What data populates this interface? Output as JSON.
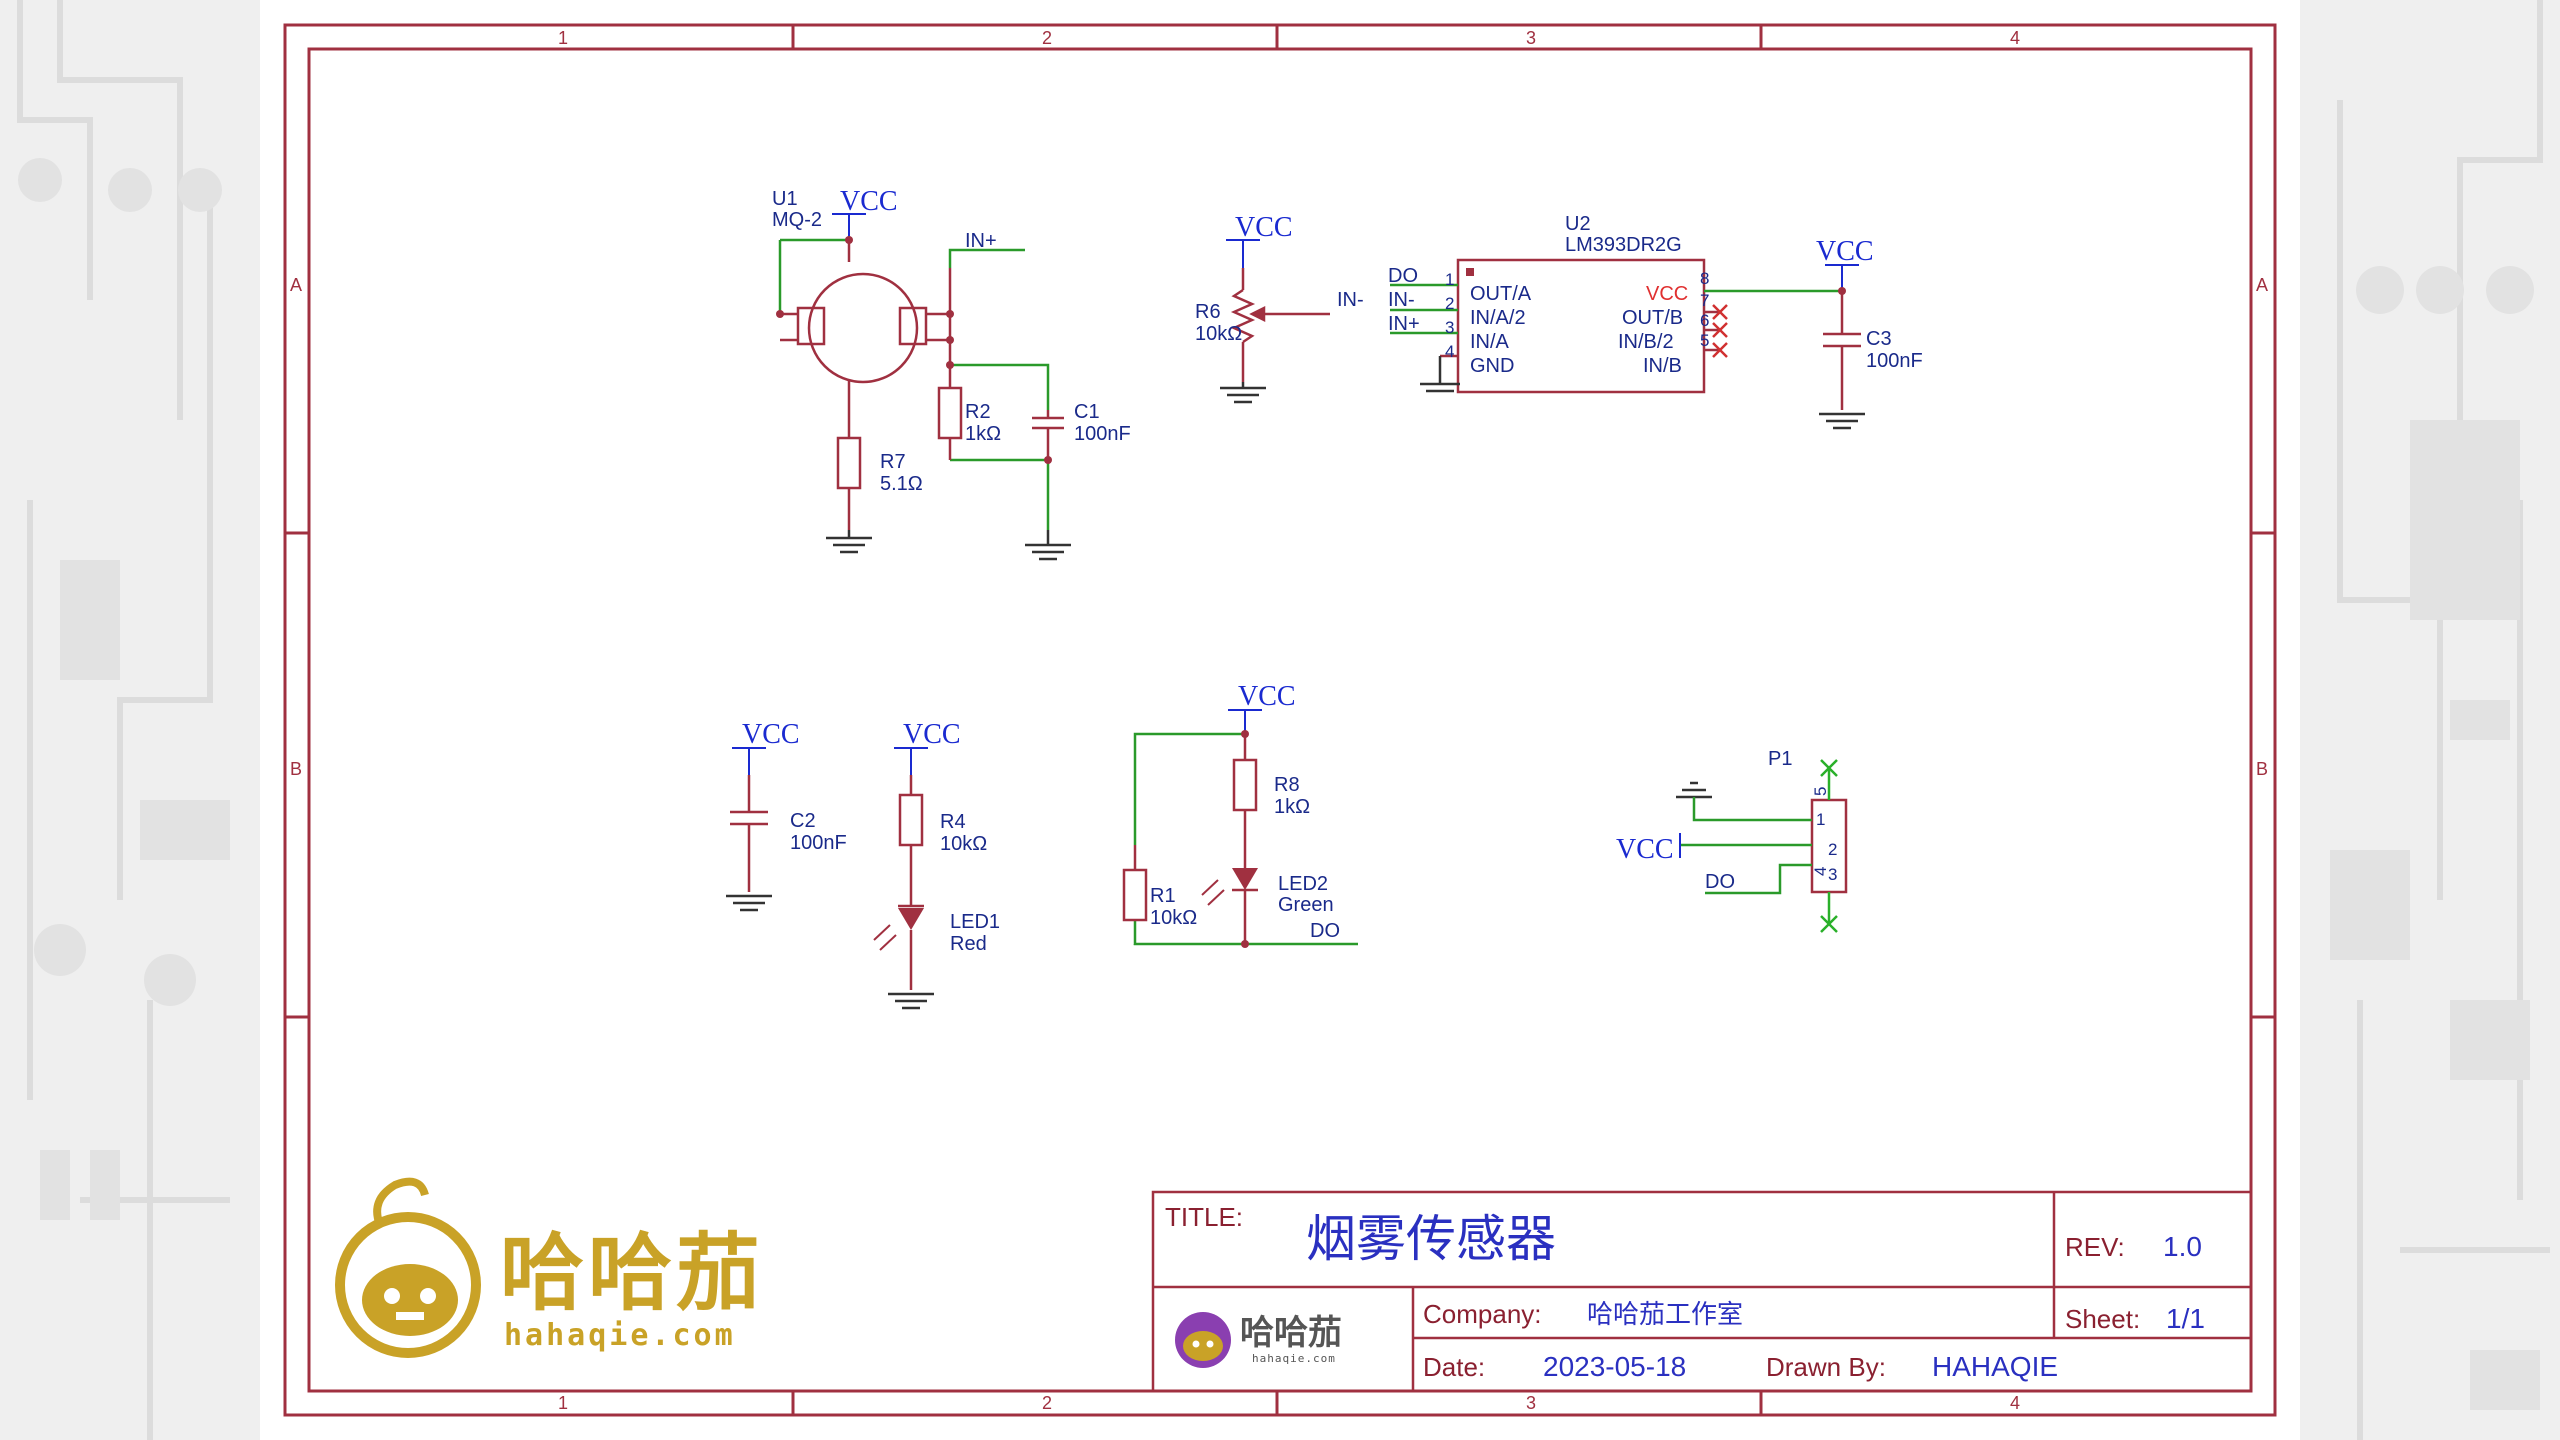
{
  "ruler": {
    "cols": [
      "1",
      "2",
      "3",
      "4"
    ],
    "rows": [
      "A",
      "B"
    ]
  },
  "components": {
    "u1": {
      "ref": "U1",
      "value": "MQ-2"
    },
    "u2": {
      "ref": "U2",
      "value": "LM393DR2G",
      "pins_left": [
        "OUT/A",
        "IN/A/2",
        "IN/A",
        "GND"
      ],
      "pins_right": [
        "VCC",
        "OUT/B",
        "IN/B/2",
        "IN/B"
      ],
      "pin_nums_left": [
        "1",
        "2",
        "3",
        "4"
      ],
      "pin_nums_right": [
        "8",
        "7",
        "6",
        "5"
      ]
    },
    "r1": {
      "ref": "R1",
      "value": "10kΩ"
    },
    "r2": {
      "ref": "R2",
      "value": "1kΩ"
    },
    "r4": {
      "ref": "R4",
      "value": "10kΩ"
    },
    "r6": {
      "ref": "R6",
      "value": "10kΩ"
    },
    "r7": {
      "ref": "R7",
      "value": "5.1Ω"
    },
    "r8": {
      "ref": "R8",
      "value": "1kΩ"
    },
    "c1": {
      "ref": "C1",
      "value": "100nF"
    },
    "c2": {
      "ref": "C2",
      "value": "100nF"
    },
    "c3": {
      "ref": "C3",
      "value": "100nF"
    },
    "led1": {
      "ref": "LED1",
      "value": "Red"
    },
    "led2": {
      "ref": "LED2",
      "value": "Green"
    },
    "p1": {
      "ref": "P1",
      "pins": [
        "1",
        "2",
        "3",
        "4",
        "5"
      ]
    }
  },
  "nets": {
    "vcc": "VCC",
    "in_plus": "IN+",
    "in_minus": "IN-",
    "do": "DO"
  },
  "title_block": {
    "title_key": "TITLE:",
    "title": "烟雾传感器",
    "rev_key": "REV:",
    "rev": "1.0",
    "company_key": "Company:",
    "company": "哈哈茄工作室",
    "sheet_key": "Sheet:",
    "sheet": "1/1",
    "date_key": "Date:",
    "date": "2023-05-18",
    "drawn_key": "Drawn By:",
    "drawn": "HAHAQIE"
  },
  "brand": {
    "name_cn": "哈哈茄",
    "domain": "hahaqie.com"
  },
  "colors": {
    "frame": "#a03040",
    "wire": "#2a9a2a",
    "text": "#1a2a8a",
    "vcc": "#1a2ad0",
    "brand_gold": "#c9a227",
    "brand_purple": "#8a3fb0"
  }
}
